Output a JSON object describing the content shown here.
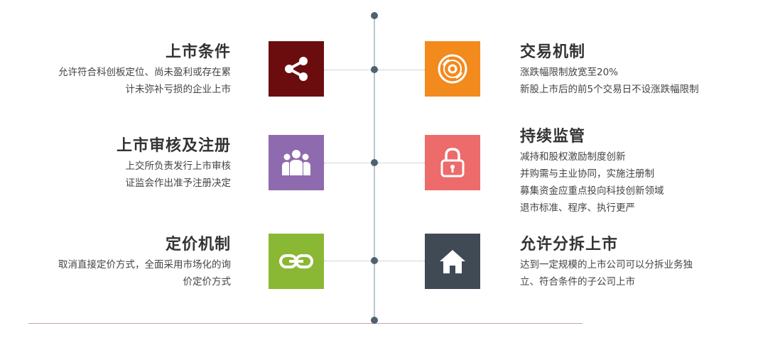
{
  "items": [
    {
      "id": "listing-conditions",
      "title": "上市条件",
      "desc": [
        "允许符合科创板定位、尚未盈利或存在累",
        "计未弥补亏损的企业上市"
      ],
      "color": "#6b0d0f",
      "icon": "share-icon"
    },
    {
      "id": "trading-mechanism",
      "title": "交易机制",
      "desc": [
        "涨跌幅限制放宽至20%",
        "新股上市后的前5个交易日不设涨跌幅限制"
      ],
      "color": "#f28a1e",
      "icon": "disc-icon"
    },
    {
      "id": "review-registration",
      "title": "上市审核及注册",
      "desc": [
        "上交所负责发行上市审核",
        "证监会作出准予注册决定"
      ],
      "color": "#8e6aaf",
      "icon": "people-icon"
    },
    {
      "id": "ongoing-supervision",
      "title": "持续监管",
      "desc": [
        "减持和股权激励制度创新",
        "并购需与主业协同，实施注册制",
        "募集资金应重点投向科技创新领域",
        "退市标准、程序、执行更严"
      ],
      "color": "#ee6b6b",
      "icon": "lock-icon"
    },
    {
      "id": "pricing-mechanism",
      "title": "定价机制",
      "desc": [
        "取消直接定价方式，全面采用市场化的询",
        "价定价方式"
      ],
      "color": "#8bb834",
      "icon": "link-icon"
    },
    {
      "id": "spin-off-listing",
      "title": "允许分拆上市",
      "desc": [
        "达到一定规模的上市公司可以分拆业务独",
        "立、符合条件的子公司上市"
      ],
      "color": "#3f4a55",
      "icon": "home-icon"
    }
  ]
}
